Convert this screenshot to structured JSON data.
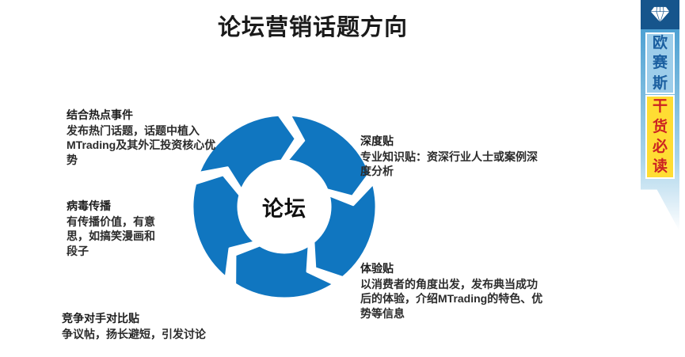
{
  "slide": {
    "title": "论坛营销话题方向",
    "accent_blue": "#1076c0",
    "background": "#ffffff"
  },
  "diagram": {
    "type": "segmented-arrow-donut",
    "hub_label": "论坛",
    "segment_count": 5,
    "segment_color": "#1076c0",
    "hub_color": "#ffffff"
  },
  "callouts": [
    {
      "key": "hotspot",
      "heading": "结合热点事件",
      "body": "发布热门话题，话题中植入MTrading及其外汇投资核心优势"
    },
    {
      "key": "viral",
      "heading": "病毒传播",
      "body": "有传播价值，有意思，如搞笑漫画和段子"
    },
    {
      "key": "compare",
      "heading": "竞争对手对比贴",
      "body": "争议帖，扬长避短，引发讨论"
    },
    {
      "key": "depth",
      "heading": "深度贴",
      "body": "专业知识贴：资深行业人士或案例深度分析"
    },
    {
      "key": "experience",
      "heading": "体验贴",
      "body": "以消费者的角度出发，发布典当成功后的体验，介绍MTrading的特色、优势等信息"
    }
  ],
  "ribbon": {
    "icon": "diamond-icon",
    "icon_color": "#ffffff",
    "header_color": "#16558c",
    "brand_chars": [
      "欧",
      "赛",
      "斯"
    ],
    "brand_text_color": "#1b5fa0",
    "brand_panel_color": "#9dcdea",
    "tagline_chars": [
      "干",
      "货",
      "必",
      "读"
    ],
    "tagline_text_color": "#cc2222",
    "tagline_panel_color": "#ffdd33"
  }
}
